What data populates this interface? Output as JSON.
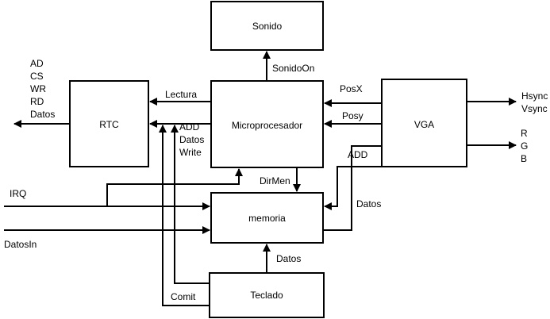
{
  "blocks": {
    "sonido": "Sonido",
    "rtc": "RTC",
    "microprocesador": "Microprocesador",
    "vga": "VGA",
    "memoria": "memoria",
    "teclado": "Teclado"
  },
  "labels": {
    "rtc_out": [
      "AD",
      "CS",
      "WR",
      "RD",
      "Datos"
    ],
    "sonido_on": "SonidoOn",
    "lectura": "Lectura",
    "rtc_in": [
      "ADD",
      "Datos",
      "Write"
    ],
    "posx": "PosX",
    "posy": "Posy",
    "vga_add": "ADD",
    "dirmen": "DirMen",
    "vga_sync": [
      "Hsync",
      "Vsync"
    ],
    "vga_rgb": [
      "R",
      "G",
      "B"
    ],
    "irq": "IRQ",
    "datos_in": "DatosIn",
    "mem_datos": "Datos",
    "teclado_datos": "Datos",
    "comit": "Comit"
  }
}
